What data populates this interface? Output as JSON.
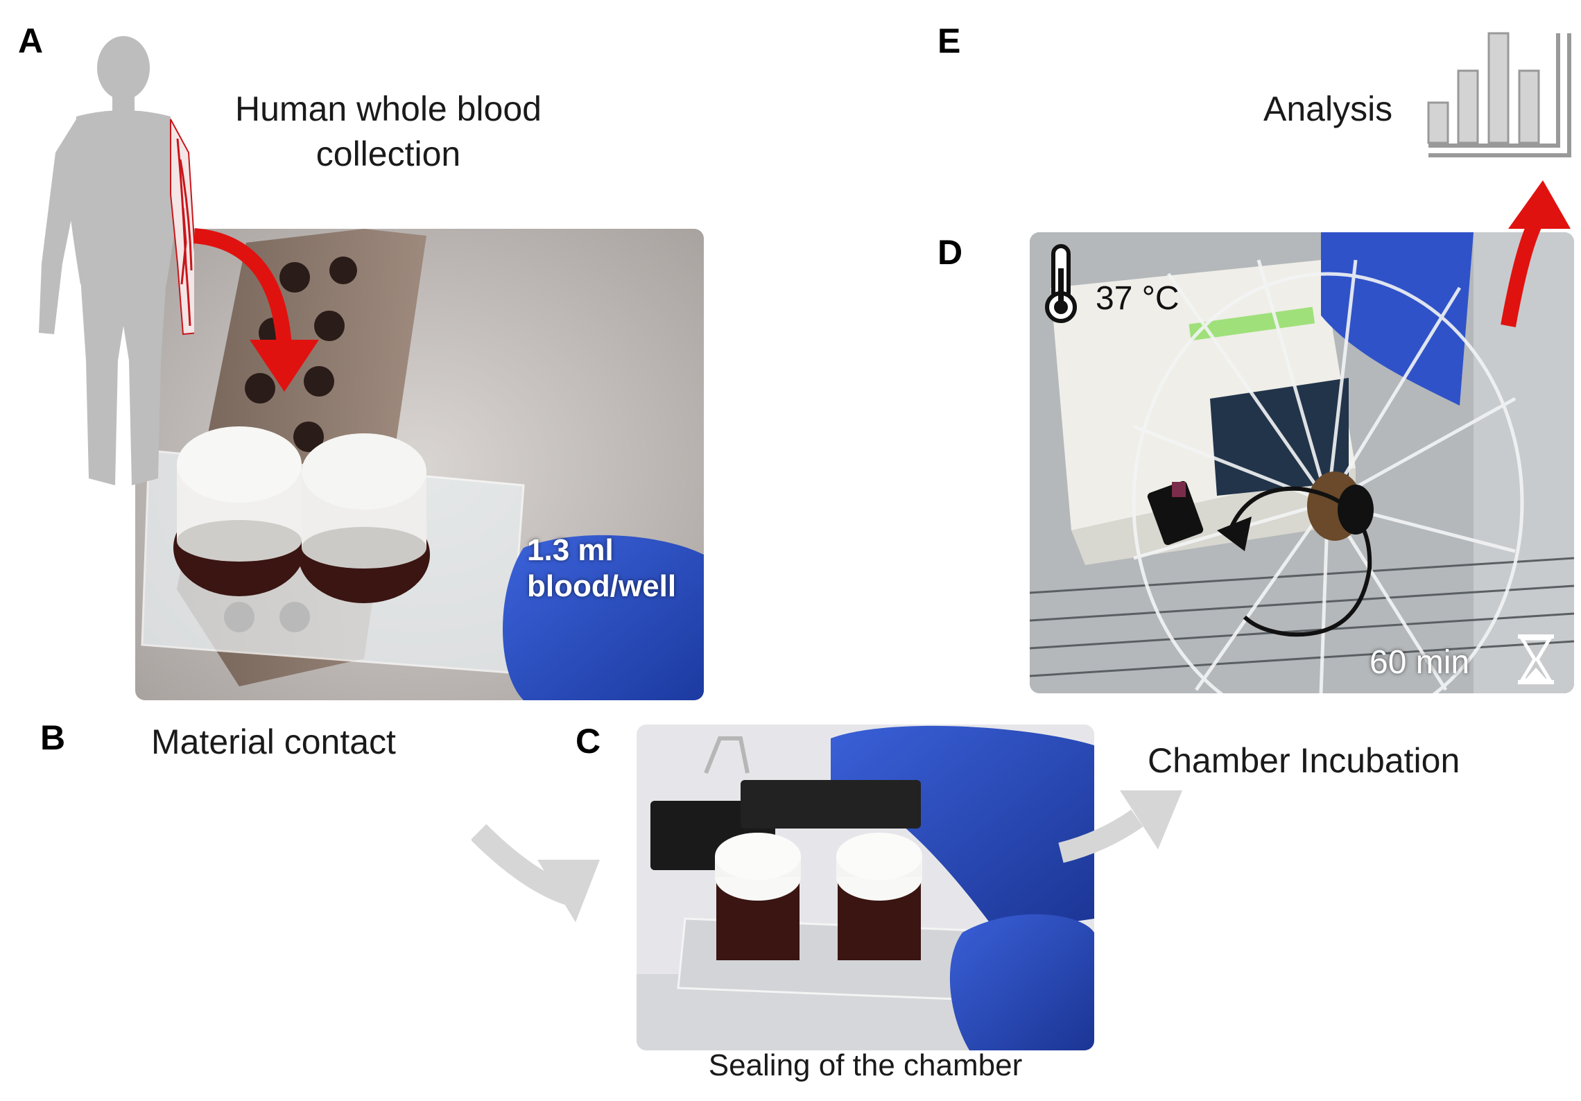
{
  "panels": {
    "A": {
      "letter": "A",
      "caption_line1": "Human whole blood",
      "caption_line2": "collection",
      "volume_line1": "1.3 ml",
      "volume_line2": "blood/well"
    },
    "B": {
      "letter": "B",
      "caption": "Material contact"
    },
    "C": {
      "letter": "C",
      "caption": "Sealing of the chamber"
    },
    "D": {
      "letter": "D",
      "temperature": "37 °C",
      "duration": "60 min"
    },
    "E": {
      "letter": "E",
      "caption": "Analysis"
    }
  },
  "flow_caption": "Chamber Incubation",
  "colors": {
    "accent_red": "#e0120f",
    "vein_red": "#c8161b",
    "silhouette_gray": "#bdbdbd",
    "flow_arrow_gray": "#d6d6d6",
    "glove_blue": "#2f52c8",
    "blood_dark": "#3a1512"
  },
  "icons": {
    "human": "human-silhouette-icon",
    "thermometer": "thermometer-icon",
    "hourglass": "hourglass-icon",
    "bar_chart": "bar-chart-icon",
    "rotation": "rotation-arrow-icon"
  }
}
